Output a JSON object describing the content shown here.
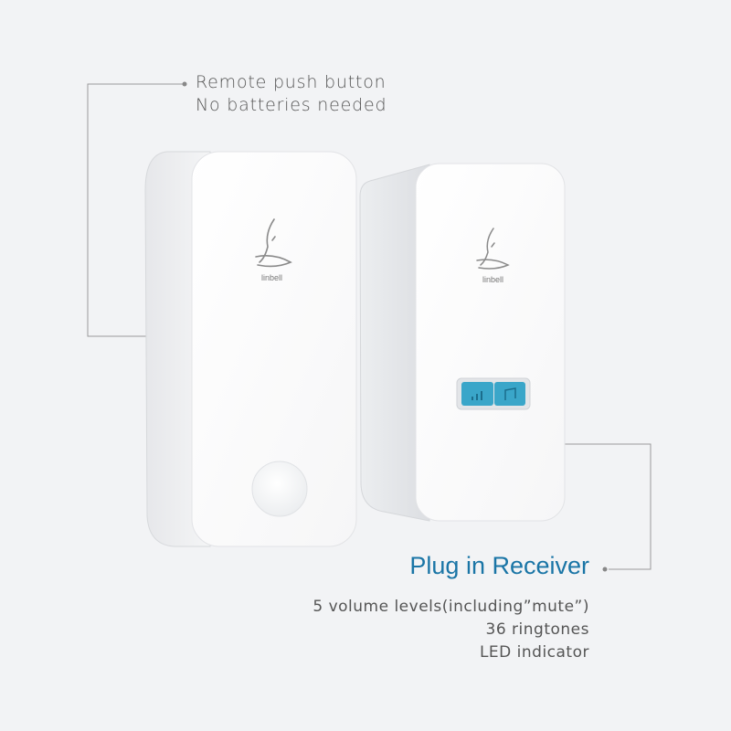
{
  "transmitter": {
    "callout_line1": "Remote push button",
    "callout_line2": "No batteries needed",
    "brand": "linbell"
  },
  "receiver": {
    "title": "Plug in Receiver",
    "features": [
      "5 volume levels(including”mute”)",
      "36 ringtones",
      "LED indicator"
    ],
    "brand": "linbell"
  },
  "colors": {
    "title": "#1a75a6",
    "button_accent": "#3aa6c9",
    "background": "#f2f3f5"
  },
  "icons": [
    "bird-logo-icon",
    "volume-icon",
    "music-note-icon"
  ]
}
